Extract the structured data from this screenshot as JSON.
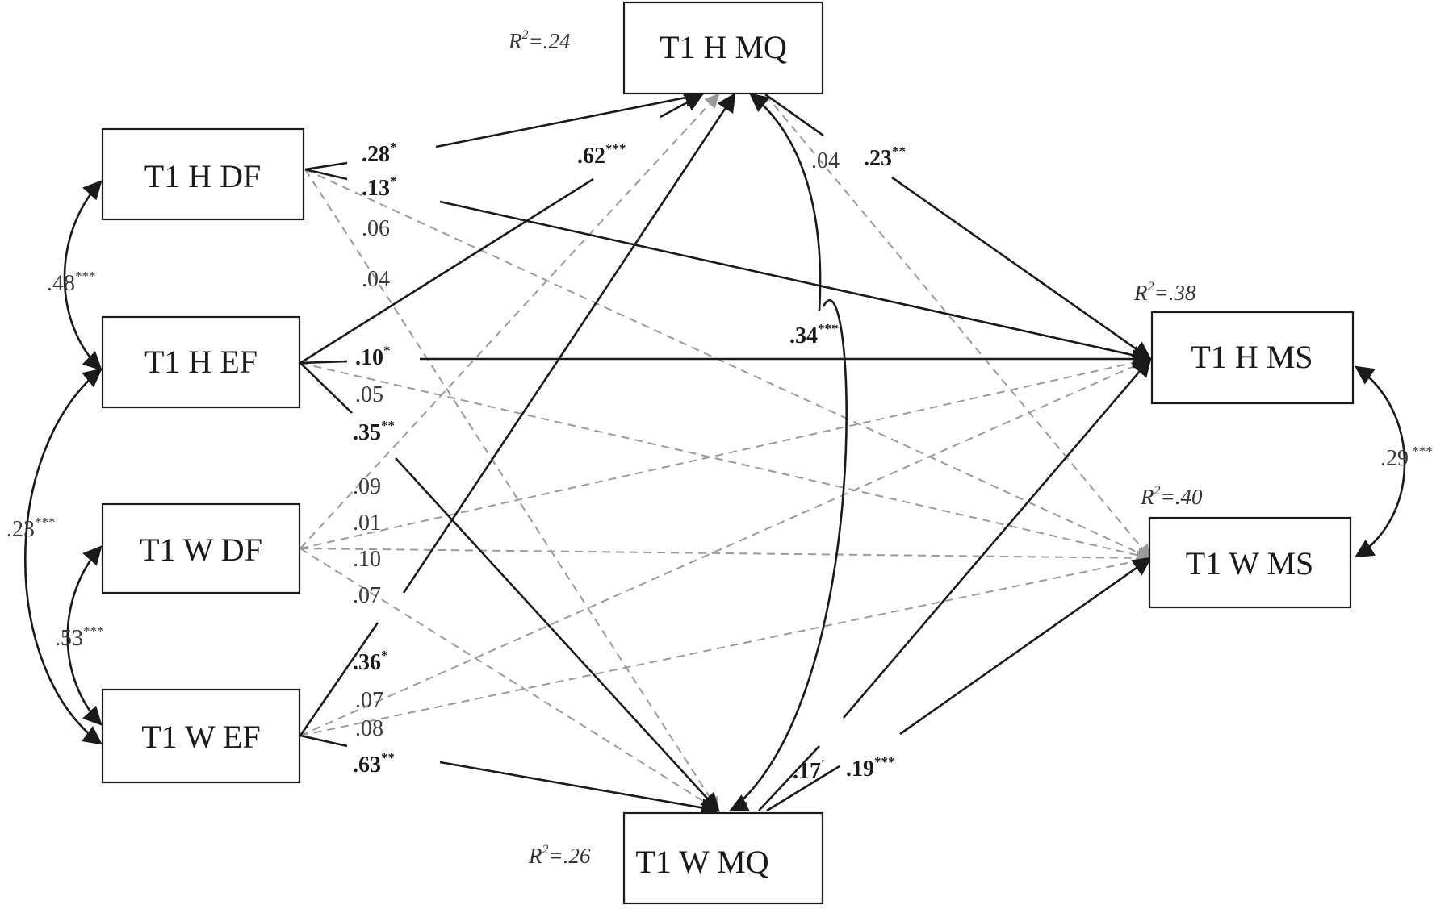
{
  "nodes": {
    "h_df": "T1 H DF",
    "h_ef": "T1 H EF",
    "w_df": "T1 W DF",
    "w_ef": "T1 W EF",
    "h_mq": "T1 H MQ",
    "w_mq": "T1 W  MQ",
    "h_ms": "T1 H  MS",
    "w_ms": "T1 W MS"
  },
  "r_squared": {
    "h_mq": {
      "letter": "R",
      "exp": "2",
      "value": "=.24"
    },
    "h_ms": {
      "letter": "R",
      "exp": "2",
      "value": "=.38"
    },
    "w_ms": {
      "letter": "R",
      "exp": "2",
      "value": "=.40"
    },
    "w_mq": {
      "letter": "R",
      "exp": "2",
      "value": "=.26"
    }
  },
  "coefficients": {
    "c028": {
      "value": ".28",
      "stars": "*"
    },
    "c013": {
      "value": ".13",
      "stars": "*"
    },
    "c006": {
      "value": ".06",
      "stars": ""
    },
    "c004a": {
      "value": ".04",
      "stars": ""
    },
    "c062": {
      "value": ".62",
      "stars": "***"
    },
    "c004b": {
      "value": ".04",
      "stars": ""
    },
    "c023": {
      "value": ".23",
      "stars": "**"
    },
    "c034": {
      "value": ".34",
      "stars": "***"
    },
    "c010a": {
      "value": ".10",
      "stars": "*"
    },
    "c005": {
      "value": ".05",
      "stars": ""
    },
    "c035": {
      "value": ".35",
      "stars": "**"
    },
    "c009": {
      "value": ".09",
      "stars": ""
    },
    "c001": {
      "value": ".01",
      "stars": ""
    },
    "c010b": {
      "value": ".10",
      "stars": ""
    },
    "c007a": {
      "value": ".07",
      "stars": ""
    },
    "c036": {
      "value": ".36",
      "stars": "*"
    },
    "c007b": {
      "value": ".07",
      "stars": ""
    },
    "c008": {
      "value": ".08",
      "stars": ""
    },
    "c063": {
      "value": ".63",
      "stars": "**"
    },
    "c017": {
      "value": ".17",
      "stars": "'"
    },
    "c019": {
      "value": ".19",
      "stars": "***"
    }
  },
  "correlations": {
    "hdf_hef": {
      "value": ".48",
      "stars": "***"
    },
    "hef_wef": {
      "value": ".23",
      "stars": "***"
    },
    "wdf_wef": {
      "value": ".53",
      "stars": "***"
    },
    "hms_wms": {
      "value": ".29",
      "stars": " ***"
    }
  },
  "colors": {
    "significant_path": "#1a1a1a",
    "nonsignificant_path": "#9a9a9a"
  }
}
